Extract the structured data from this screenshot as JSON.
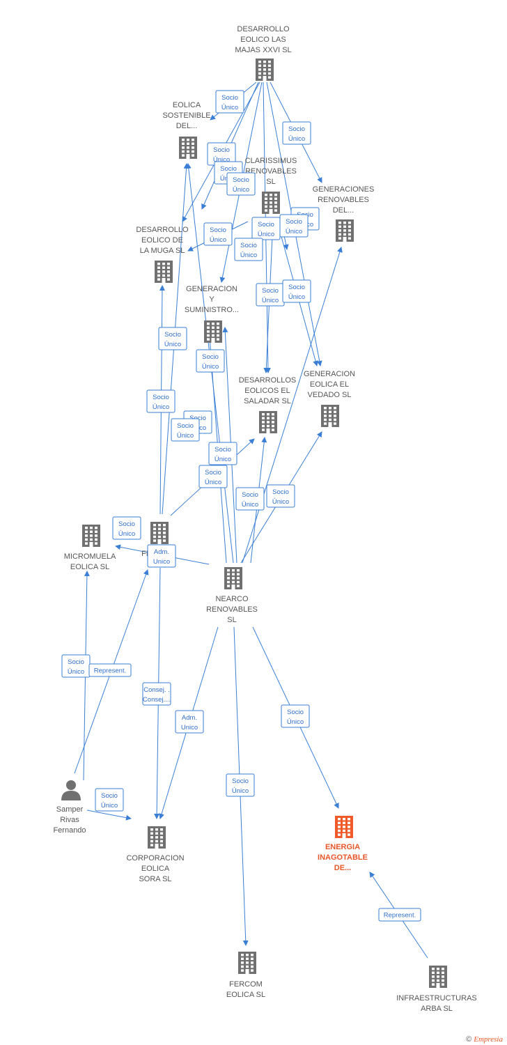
{
  "colors": {
    "edge": "#3a7fd5",
    "node": "#707070",
    "focus": "#f05a28"
  },
  "nodes": [
    {
      "id": "n1",
      "label": [
        "DESARROLLO",
        "EOLICO LAS",
        "MAJAS XXVI  SL"
      ],
      "icon": "building-icon"
    },
    {
      "id": "n2",
      "label": [
        "EOLICA",
        "SOSTENIBLE",
        "DEL..."
      ],
      "icon": "building-icon"
    },
    {
      "id": "n3",
      "label": [
        "CLARISSIMUS",
        "RENOVABLES",
        "SL"
      ],
      "icon": "building-icon"
    },
    {
      "id": "n4",
      "label": [
        "GENERACIONES",
        "RENOVABLES",
        "DEL..."
      ],
      "icon": "building-icon"
    },
    {
      "id": "n5",
      "label": [
        "DESARROLLO",
        "EOLICO DE",
        "LA MUGA SL"
      ],
      "icon": "building-icon"
    },
    {
      "id": "n6",
      "label": [
        "GENERACION",
        "Y",
        "SUMINISTRO..."
      ],
      "icon": "building-icon"
    },
    {
      "id": "n7",
      "label": [
        "DESARROLLOS",
        "EOLICOS EL",
        "SALADAR SL"
      ],
      "icon": "building-icon"
    },
    {
      "id": "n8",
      "label": [
        "GENERACION",
        "EOLICA EL",
        "VEDADO SL"
      ],
      "icon": "building-icon"
    },
    {
      "id": "n9",
      "label": [
        "MICROMUELA",
        "EOLICA SL"
      ],
      "icon": "building-icon"
    },
    {
      "id": "n10",
      "label": [
        "FERCOM",
        "SL"
      ],
      "icon": "building-icon"
    },
    {
      "id": "n11",
      "label": [
        "NEARCO",
        "RENOVABLES",
        "SL"
      ],
      "icon": "building-icon"
    },
    {
      "id": "n12",
      "label": [
        "Samper",
        "Rivas",
        "Fernando"
      ],
      "icon": "person-icon"
    },
    {
      "id": "n13",
      "label": [
        "CORPORACION",
        "EOLICA",
        "SORA  SL"
      ],
      "icon": "building-icon"
    },
    {
      "id": "n14",
      "label": [
        "ENERGIA",
        "INAGOTABLE",
        "DE..."
      ],
      "icon": "building-icon",
      "focus": true
    },
    {
      "id": "n15",
      "label": [
        "FERCOM",
        "EOLICA SL"
      ],
      "icon": "building-icon"
    },
    {
      "id": "n16",
      "label": [
        "INFRAESTRUCTURAS",
        "ARBA  SL"
      ],
      "icon": "building-icon"
    }
  ],
  "edge_labels": [
    [
      "Socio",
      "Único"
    ],
    [
      "Socio",
      "Único"
    ],
    [
      "Socio",
      "Único"
    ],
    [
      "Socio",
      "Único"
    ],
    [
      "Socio",
      "Único"
    ],
    [
      "Socio",
      "Único"
    ],
    [
      "Socio",
      "Único"
    ],
    [
      "Socio",
      "Único"
    ],
    [
      "Socio",
      "Único"
    ],
    [
      "Socio",
      "Único"
    ],
    [
      "Socio",
      "Único"
    ],
    [
      "Socio",
      "Único"
    ],
    [
      "Socio",
      "Único"
    ],
    [
      "Socio",
      "Único"
    ],
    [
      "Socio",
      "Único"
    ],
    [
      "Socio",
      "Único"
    ],
    [
      "Socio",
      "Único"
    ],
    [
      "Socio",
      "Único"
    ],
    [
      "Socio",
      "Único"
    ],
    [
      "Socio",
      "Único"
    ],
    [
      "Socio",
      "Único"
    ],
    [
      "Socio",
      "Único"
    ],
    [
      "Adm.",
      "Unico"
    ],
    [
      "Socio",
      "Único"
    ],
    [
      "Represent."
    ],
    [
      "Consej. .",
      "Consej...."
    ],
    [
      "Adm.",
      "Unico"
    ],
    [
      "Socio",
      "Único"
    ],
    [
      "Socio",
      "Único"
    ],
    [
      "Socio",
      "Único"
    ],
    [
      "Represent."
    ],
    [
      "Socio",
      "Único"
    ]
  ],
  "footer": {
    "copyright": "©",
    "brand": "Empresia"
  }
}
